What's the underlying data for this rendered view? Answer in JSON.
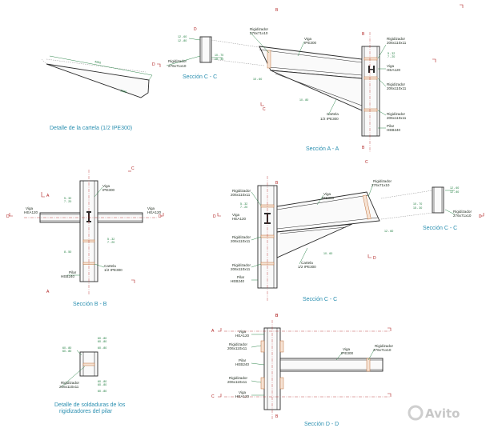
{
  "captions": {
    "cartela": "Detalle de la cartela (1/2 IPE300)",
    "aa": "Sección A - A",
    "cc_small": "Sección C - C",
    "bb": "Sección B - B",
    "cc_large": "Sección C - C",
    "cc_right": "Sección C - C",
    "weld_line1": "Detalle de soldaduras de los",
    "weld_line2": "rigidizadores del pilar",
    "dd": "Sección D - D"
  },
  "labels": {
    "rigidizador": "Rigidizador",
    "viga": "Viga",
    "pilar": "Pilar",
    "cartela": "Cartela",
    "r_276x71x10": "276x71x10",
    "r_206x110x11": "206x110x11",
    "ipe300": "IPE300",
    "half_ipe300": "1/2 IPE300",
    "hea120": "HEA120",
    "heb240": "HEB240"
  },
  "dims": {
    "d1": "12 - 60",
    "d2": "12 - 80",
    "d3": "10 - 70",
    "d4": "15 - 30",
    "d5": "10 - 60",
    "d6": "10 - 80",
    "d7": "5 - 32",
    "d8": "7 - 20",
    "d9": "8 - 50",
    "d10": "60 - 80",
    "len1": "1260",
    "len2": "4590"
  },
  "cuts": {
    "A": "A",
    "B": "B",
    "C": "C",
    "D": "D"
  },
  "watermark": "Avito"
}
